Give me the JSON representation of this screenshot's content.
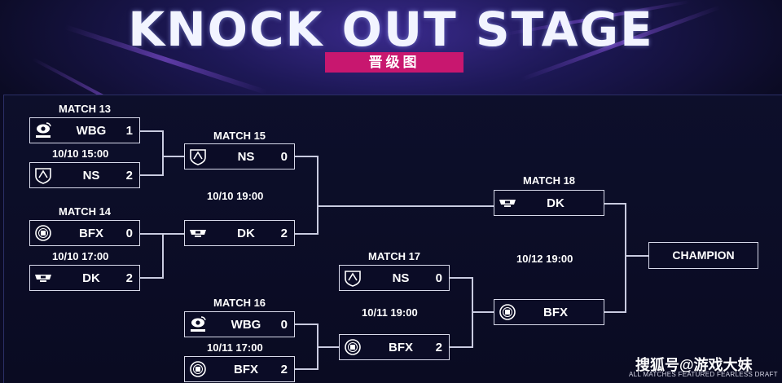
{
  "header": {
    "title": "KNOCK OUT STAGE",
    "subtitle": "晋级图"
  },
  "matches": {
    "m13": {
      "label": "MATCH 13",
      "time": "10/10   15:00",
      "team1": {
        "name": "WBG",
        "score": "1",
        "icon": "weibo-gaming-logo"
      },
      "team2": {
        "name": "NS",
        "score": "2",
        "icon": "ns-shield-logo"
      }
    },
    "m14": {
      "label": "MATCH 14",
      "time": "10/10   17:00",
      "team1": {
        "name": "BFX",
        "score": "0",
        "icon": "bfx-circle-logo"
      },
      "team2": {
        "name": "DK",
        "score": "2",
        "icon": "dk-badge-logo"
      }
    },
    "m15": {
      "label": "MATCH 15",
      "time": "10/10   19:00",
      "team1": {
        "name": "NS",
        "score": "0",
        "icon": "ns-shield-logo"
      },
      "team2": {
        "name": "DK",
        "score": "2",
        "icon": "dk-badge-logo"
      }
    },
    "m16": {
      "label": "MATCH 16",
      "time": "10/11   17:00",
      "team1": {
        "name": "WBG",
        "score": "0",
        "icon": "weibo-gaming-logo"
      },
      "team2": {
        "name": "BFX",
        "score": "2",
        "icon": "bfx-circle-logo"
      }
    },
    "m17": {
      "label": "MATCH 17",
      "time": "10/11   19:00",
      "team1": {
        "name": "NS",
        "score": "0",
        "icon": "ns-shield-logo"
      },
      "team2": {
        "name": "BFX",
        "score": "2",
        "icon": "bfx-circle-logo"
      }
    },
    "m18": {
      "label": "MATCH 18",
      "time": "10/12   19:00",
      "team1": {
        "name": "DK",
        "icon": "dk-badge-logo"
      },
      "team2": {
        "name": "BFX",
        "icon": "bfx-circle-logo"
      }
    }
  },
  "champion": "CHAMPION",
  "watermark": {
    "main": "搜狐号@游戏大妹",
    "note": "ALL MATCHES FEATURED FEARLESS DRAFT"
  },
  "colors": {
    "accent": "#c8176f",
    "background": "#0b0b24",
    "line": "#c9cbe0"
  }
}
